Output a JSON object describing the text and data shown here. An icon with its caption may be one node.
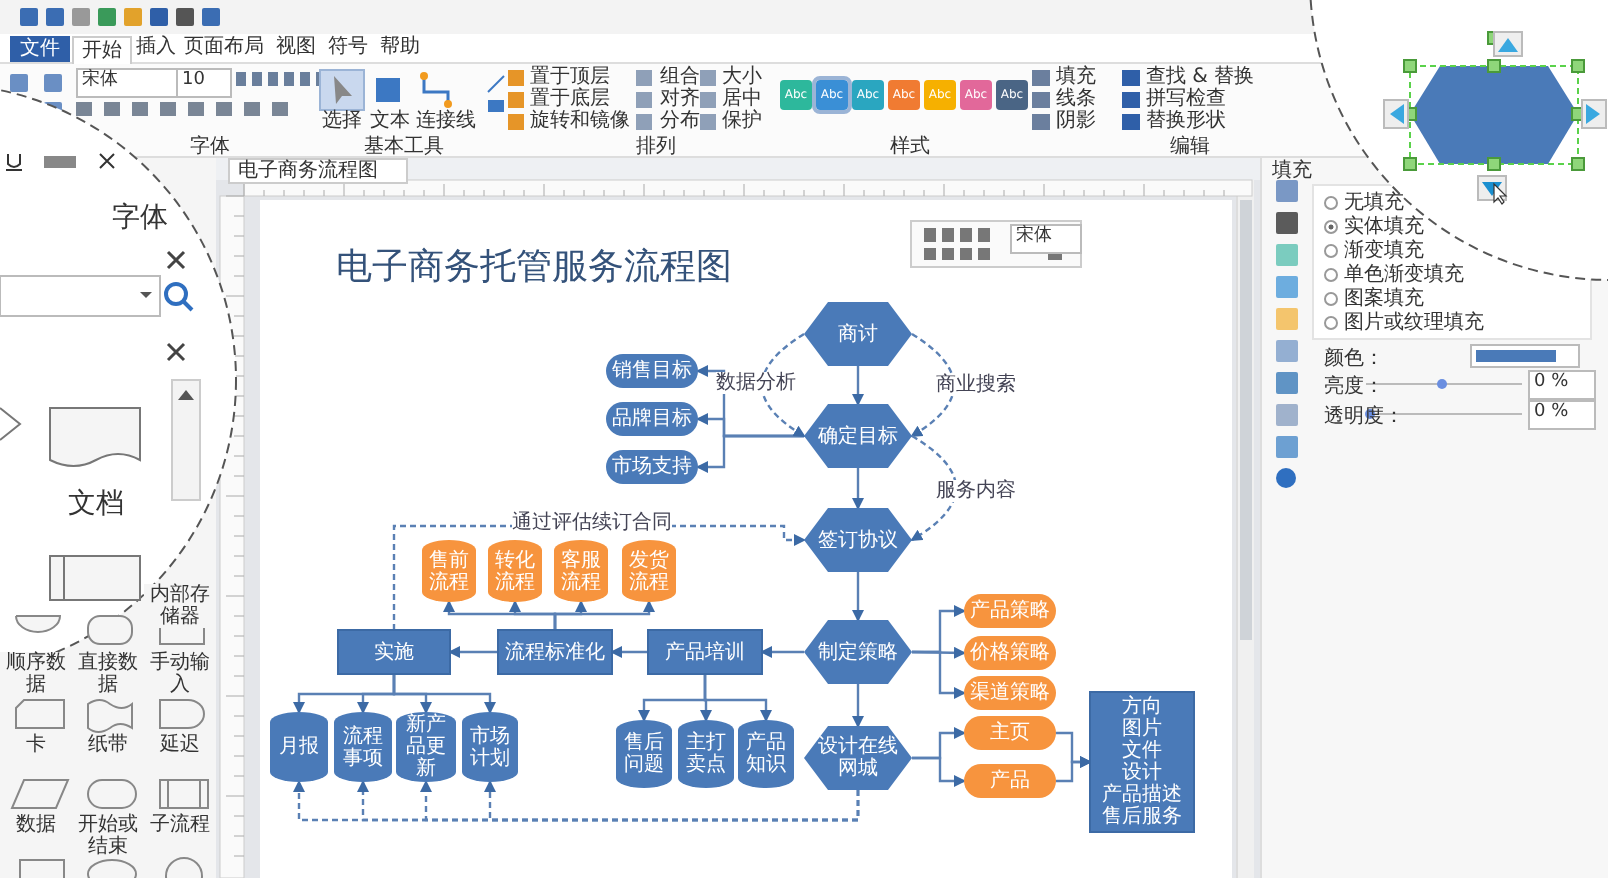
{
  "diagram": {
    "title": "电子商务托管服务流程图",
    "nodes": [
      {
        "text": [
          "商讨"
        ]
      },
      {
        "text": [
          "销售目标"
        ]
      },
      {
        "text": [
          "品牌目标"
        ]
      },
      {
        "text": [
          "市场支持"
        ]
      },
      {
        "text": [
          "确定目标"
        ]
      },
      {
        "text": [
          "签订协议"
        ]
      },
      {
        "text": [
          "售前流程"
        ]
      },
      {
        "text": [
          "转化流程"
        ]
      },
      {
        "text": [
          "客服流程"
        ]
      },
      {
        "text": [
          "发货流程"
        ]
      },
      {
        "text": [
          "实施"
        ]
      },
      {
        "text": [
          "流程标准化"
        ]
      },
      {
        "text": [
          "产品培训"
        ]
      },
      {
        "text": [
          "制定策略"
        ]
      },
      {
        "text": [
          "产品策略"
        ]
      },
      {
        "text": [
          "价格策略"
        ]
      },
      {
        "text": [
          "渠道策略"
        ]
      },
      {
        "text": [
          "月报"
        ]
      },
      {
        "text": [
          "流程事项"
        ]
      },
      {
        "text": [
          "新产品更新"
        ]
      },
      {
        "text": [
          "市场计划"
        ]
      },
      {
        "text": [
          "售后问题"
        ]
      },
      {
        "text": [
          "主打卖点"
        ]
      },
      {
        "text": [
          "产品知识"
        ]
      },
      {
        "text": [
          "设计在线网城"
        ]
      },
      {
        "text": [
          "主页"
        ]
      },
      {
        "text": [
          "产品"
        ]
      },
      {
        "text": [
          "方向",
          "图片",
          "文件",
          "设计",
          "产品描述",
          "售后服务"
        ]
      }
    ],
    "edges": [
      {
        "from": 0,
        "to": 4,
        "arrow": "to"
      },
      {
        "from": 4,
        "to": 1,
        "arrow": "to"
      },
      {
        "from": 4,
        "to": 2,
        "arrow": "to"
      },
      {
        "from": 4,
        "to": 3,
        "arrow": "to"
      },
      {
        "from": 0,
        "to": 4,
        "arrow": "to",
        "label": "数据分析",
        "style": "dashed"
      },
      {
        "from": 0,
        "to": 4,
        "arrow": "to",
        "label": "商业搜索",
        "style": "dashed"
      },
      {
        "from": 4,
        "to": 5,
        "arrow": "to"
      },
      {
        "from": 4,
        "to": 5,
        "arrow": "to",
        "label": "服务内容",
        "style": "dashed"
      },
      {
        "from": 5,
        "to": 13,
        "arrow": "to"
      },
      {
        "from": 13,
        "to": 14,
        "arrow": "to"
      },
      {
        "from": 13,
        "to": 15,
        "arrow": "to"
      },
      {
        "from": 13,
        "to": 16,
        "arrow": "to"
      },
      {
        "from": 13,
        "to": 24,
        "arrow": "to"
      },
      {
        "from": 13,
        "to": 12,
        "arrow": "to"
      },
      {
        "from": 12,
        "to": 11,
        "arrow": "to"
      },
      {
        "from": 11,
        "to": 10,
        "arrow": "to"
      },
      {
        "from": 11,
        "to": 6,
        "arrow": "to"
      },
      {
        "from": 11,
        "to": 7,
        "arrow": "to"
      },
      {
        "from": 11,
        "to": 8,
        "arrow": "to"
      },
      {
        "from": 11,
        "to": 9,
        "arrow": "to"
      },
      {
        "from": 10,
        "to": 17,
        "arrow": "to"
      },
      {
        "from": 10,
        "to": 18,
        "arrow": "to"
      },
      {
        "from": 10,
        "to": 19,
        "arrow": "to"
      },
      {
        "from": 10,
        "to": 20,
        "arrow": "to"
      },
      {
        "from": 12,
        "to": 21,
        "arrow": "to"
      },
      {
        "from": 12,
        "to": 22,
        "arrow": "to"
      },
      {
        "from": 12,
        "to": 23,
        "arrow": "to"
      },
      {
        "from": 24,
        "to": 25,
        "arrow": "to"
      },
      {
        "from": 24,
        "to": 26,
        "arrow": "to"
      },
      {
        "from": 25,
        "to": 27,
        "arrow": "to"
      },
      {
        "from": 26,
        "to": 27,
        "arrow": "to"
      },
      {
        "from": 24,
        "to": 17,
        "arrow": "to",
        "style": "dashed"
      },
      {
        "from": 24,
        "to": 18,
        "arrow": "to",
        "style": "dashed"
      },
      {
        "from": 24,
        "to": 19,
        "arrow": "to",
        "style": "dashed"
      },
      {
        "from": 24,
        "to": 20,
        "arrow": "to",
        "style": "dashed"
      },
      {
        "from": 10,
        "to": 5,
        "arrow": "to",
        "label": "通过评估续订合同",
        "style": "dashed"
      }
    ],
    "labels": [
      "文件",
      "开始",
      "插入",
      "页面布局",
      "视图",
      "符号",
      "帮助",
      "宋体",
      "10",
      "字体",
      "选择",
      "文本",
      "连接线",
      "基本工具",
      "置于顶层",
      "置于底层",
      "旋转和镜像",
      "组合",
      "对齐",
      "分布",
      "大小",
      "居中",
      "保护",
      "排列",
      "Abc",
      "Abc",
      "Abc",
      "Abc",
      "Abc",
      "Abc",
      "Abc",
      "样式",
      "填充",
      "线条",
      "阴影",
      "查找 & 替换",
      "拼写检查",
      "替换形状",
      "编辑",
      "电子商务流程图",
      "字体",
      "文档",
      "内部存储器",
      "顺序数据",
      "直接数据",
      "手动输入",
      "卡",
      "纸带",
      "延迟",
      "数据",
      "开始或结束",
      "子流程",
      "宋体",
      "填充",
      "无填充",
      "实体填充",
      "渐变填充",
      "单色渐变填充",
      "图案填充",
      "图片或纹理填充",
      "颜色：",
      "亮度：",
      "0 %",
      "透明度：",
      "0 %"
    ]
  }
}
